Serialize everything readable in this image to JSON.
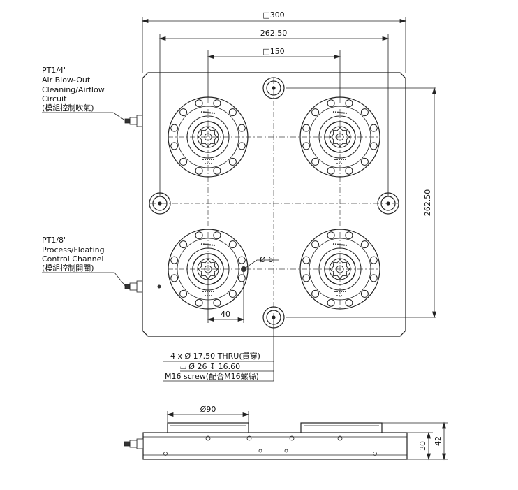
{
  "dimensions": {
    "outer": "□300",
    "hole_span": "262.50",
    "module_span": "□150",
    "vertical_span": "262.50",
    "small_hole": "Ø 6",
    "offset": "40",
    "module_dia": "Ø90",
    "height_body": "30",
    "height_total": "42"
  },
  "callouts": {
    "air_port": {
      "l1": "PT1/4\"",
      "l2": "Air Blow-Out",
      "l3": "Cleaning/Airflow",
      "l4": "Circuit",
      "l5": "(模組控制吹氣)"
    },
    "control_port": {
      "l1": "PT1/8\"",
      "l2": "Process/Floating",
      "l3": "Control Channel",
      "l4": "(模組控制開關)"
    },
    "mount_hole": {
      "l1": "4 x Ø 17.50 THRU(貫穿)",
      "l2": "⌴ Ø 26 ↧ 16.60",
      "l3": "M16 screw(配合M16螺絲)"
    }
  },
  "colors": {
    "line": "#222222",
    "plate_fill": "#ffffff",
    "dark_fill": "#333333"
  }
}
